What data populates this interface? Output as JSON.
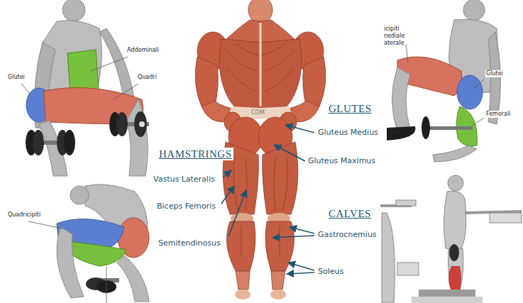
{
  "diagram": {
    "labels": [
      "Addominali",
      "Glutei",
      "Quadri",
      "Quadricipiti",
      "icipiti",
      "nediale",
      "aterale",
      "Glutei",
      "Femorali",
      "GLUTES",
      "Gluteus Medius",
      "Gluteus Maximus",
      "HAMSTRINGS",
      "Vastus Lateralis",
      "Biceps Femoris",
      "Semitendinosus",
      "CALVES",
      "Gastrocnemius",
      "Soleus",
      "COM"
    ]
  }
}
